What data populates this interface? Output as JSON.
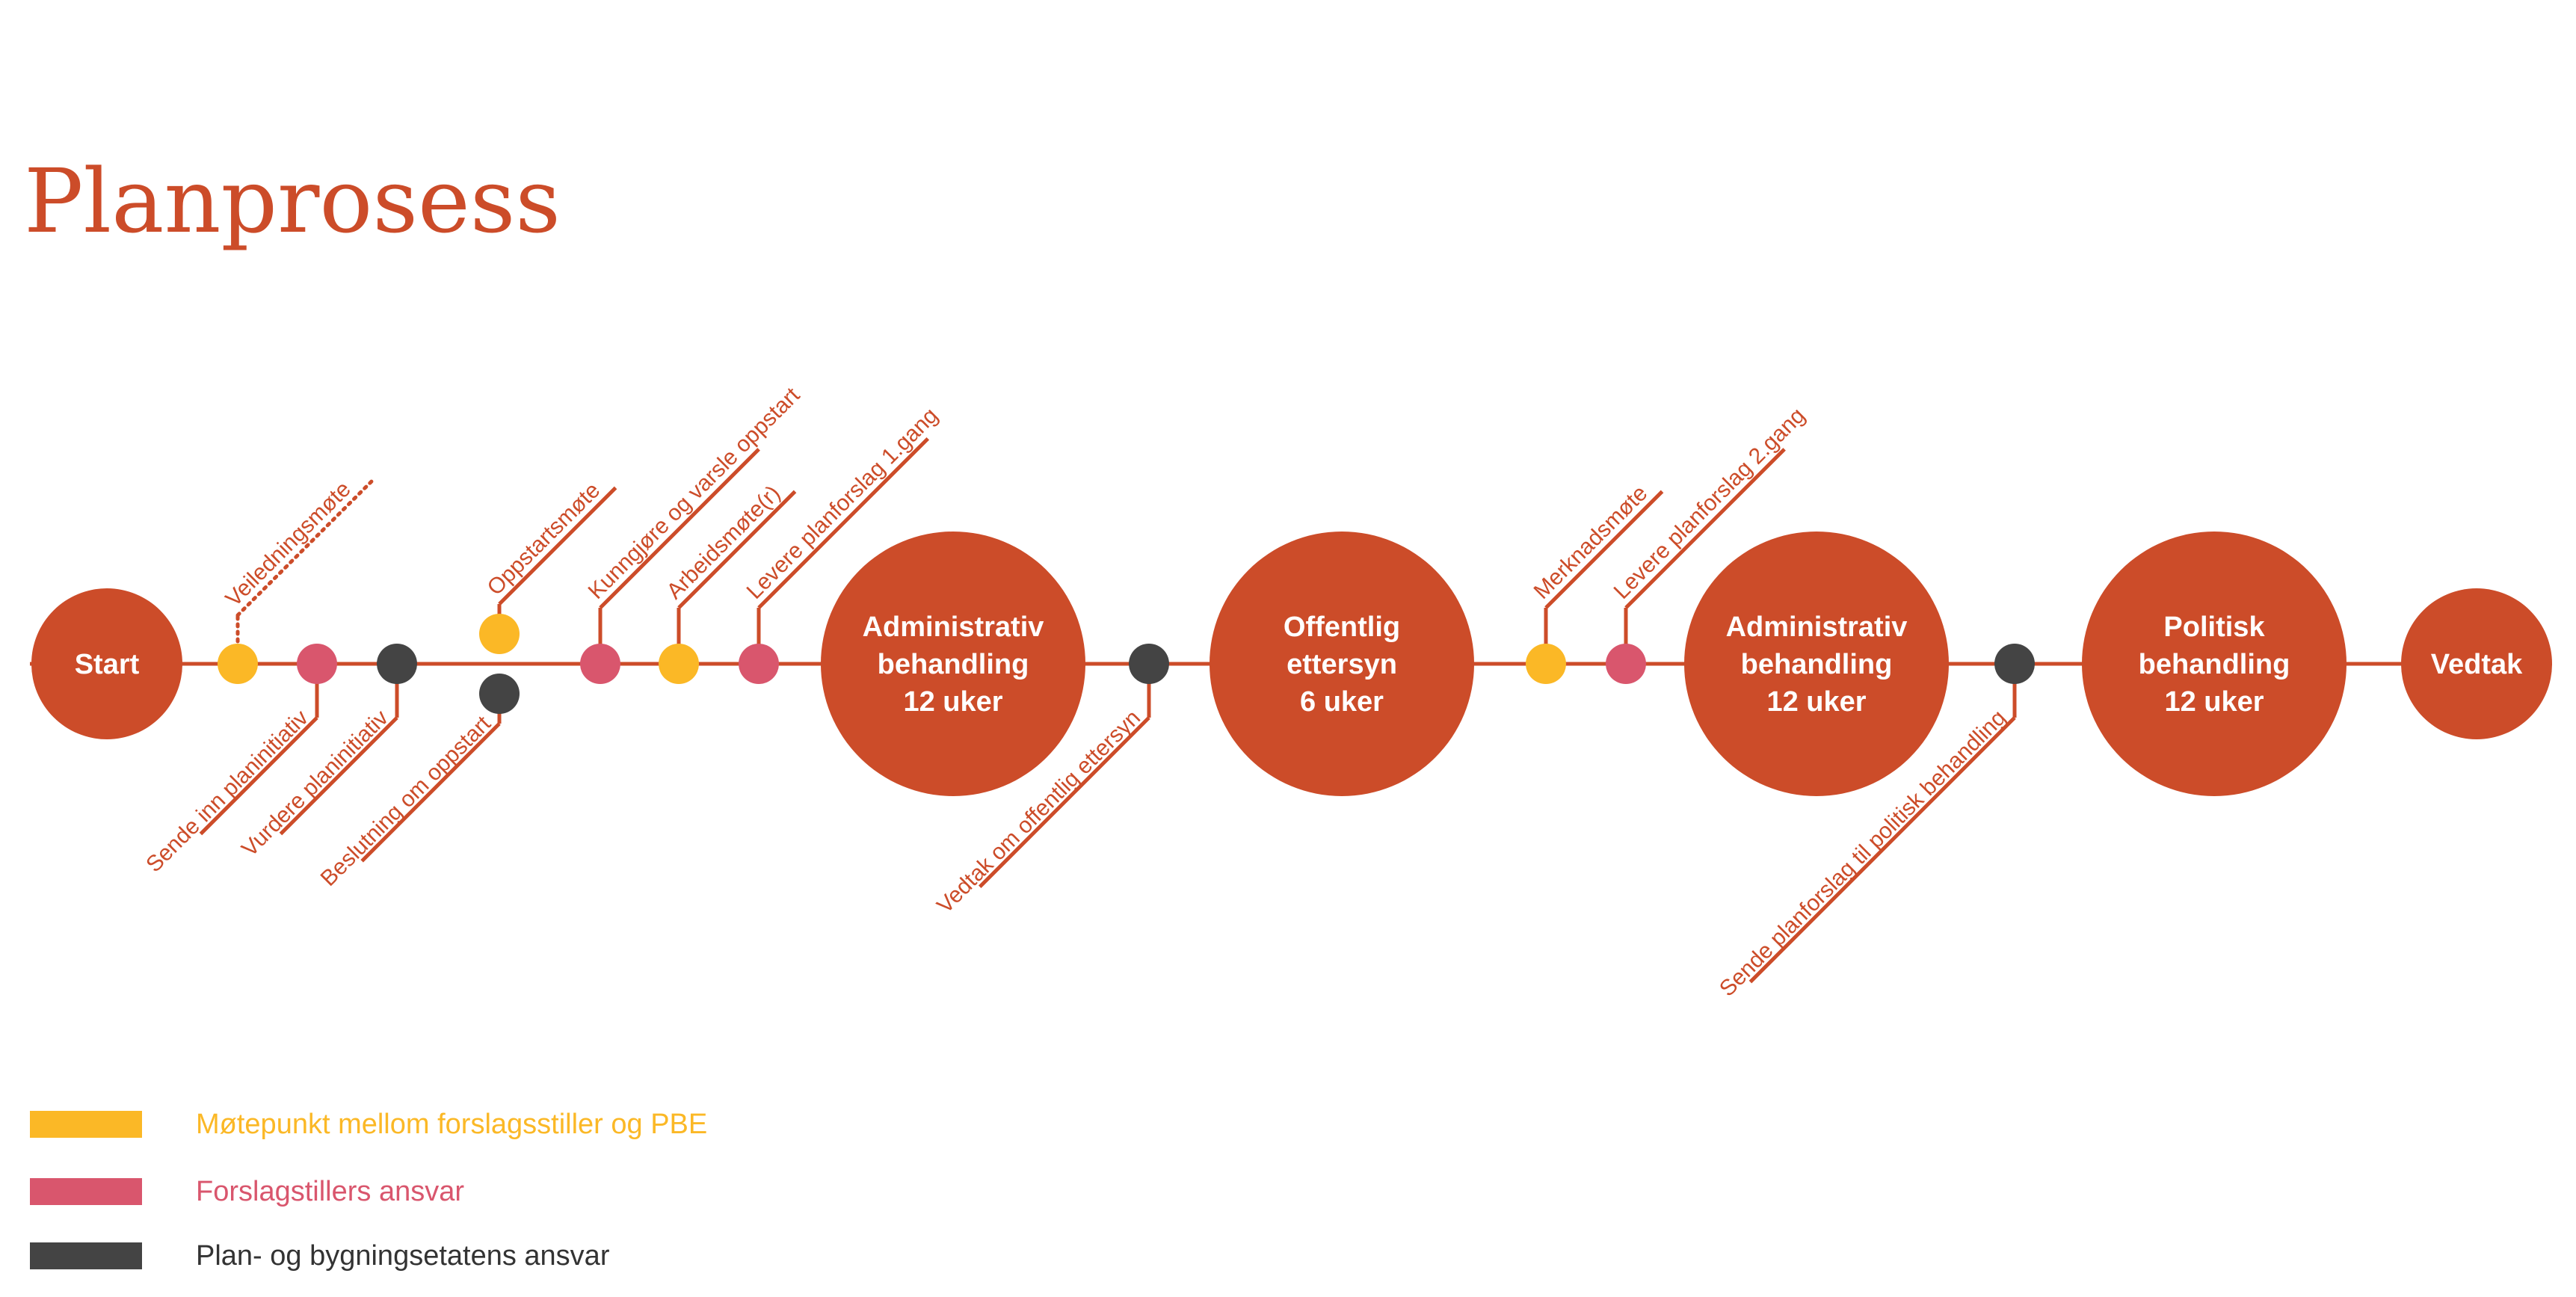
{
  "title": "Planprosess",
  "colors": {
    "main": "#cc4c29",
    "meeting": "#fbb826",
    "applicant": "#d9566d",
    "agency": "#444444"
  },
  "stages": [
    {
      "id": "start",
      "lines": [
        "Start"
      ]
    },
    {
      "id": "admin1",
      "lines": [
        "Administrativ",
        "behandling",
        "12 uker"
      ]
    },
    {
      "id": "offentlig",
      "lines": [
        "Offentlig",
        "ettersyn",
        "6 uker"
      ]
    },
    {
      "id": "admin2",
      "lines": [
        "Administrativ",
        "behandling",
        "12 uker"
      ]
    },
    {
      "id": "politisk",
      "lines": [
        "Politisk",
        "behandling",
        "12 uker"
      ]
    },
    {
      "id": "vedtak",
      "lines": [
        "Vedtak"
      ]
    }
  ],
  "steps": [
    {
      "id": "veiledningsmote",
      "label": "Veiledningsmøte",
      "role": "meeting",
      "side": "above",
      "dotted": true
    },
    {
      "id": "sende-inn",
      "label": "Sende inn planinitiativ",
      "role": "applicant",
      "side": "below"
    },
    {
      "id": "vurdere",
      "label": "Vurdere planinitiativ",
      "role": "agency",
      "side": "below"
    },
    {
      "id": "oppstartsmote",
      "label": "Oppstartsmøte",
      "role": "meeting",
      "side": "above"
    },
    {
      "id": "beslutning",
      "label": "Beslutning om oppstart",
      "role": "agency",
      "side": "below"
    },
    {
      "id": "kunngjore",
      "label": "Kunngjøre og varsle oppstart",
      "role": "applicant",
      "side": "above"
    },
    {
      "id": "arbeidsmote",
      "label": "Arbeidsmøte(r)",
      "role": "meeting",
      "side": "above"
    },
    {
      "id": "levere1",
      "label": "Levere planforslag 1.gang",
      "role": "applicant",
      "side": "above"
    },
    {
      "id": "vedtak-ettersyn",
      "label": "Vedtak om offentlig ettersyn",
      "role": "agency",
      "side": "below"
    },
    {
      "id": "merknadsmote",
      "label": "Merknadsmøte",
      "role": "meeting",
      "side": "above"
    },
    {
      "id": "levere2",
      "label": "Levere planforslag 2.gang",
      "role": "applicant",
      "side": "above"
    },
    {
      "id": "sende-politisk",
      "label": "Sende planforslag til politisk behandling",
      "role": "agency",
      "side": "below"
    }
  ],
  "legend": [
    {
      "role": "meeting",
      "label": "Møtepunkt mellom forslagsstiller og PBE"
    },
    {
      "role": "applicant",
      "label": "Forslagstillers ansvar"
    },
    {
      "role": "agency",
      "label": "Plan- og bygningsetatens ansvar"
    }
  ]
}
